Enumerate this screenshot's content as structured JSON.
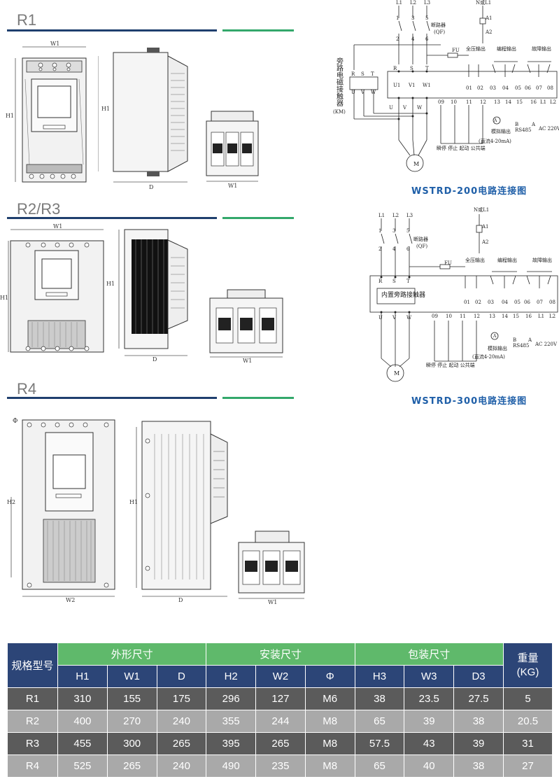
{
  "sections": {
    "r1": "R1",
    "r23": "R2/R3",
    "r4": "R4"
  },
  "dim_labels": {
    "w1": "W1",
    "h1": "H1",
    "d": "D",
    "w2": "W2",
    "h2": "H2",
    "phi": "Φ"
  },
  "diagram200": {
    "caption": "WSTRD-200电路连接图",
    "phases": [
      "L1",
      "L2",
      "L3"
    ],
    "neutral": "N或L1",
    "breaker": "断路器",
    "breaker_code": "(QF)",
    "fuse": "FU",
    "contacts_top": [
      "1",
      "3",
      "5"
    ],
    "contacts_bot": [
      "2",
      "4",
      "6"
    ],
    "bypass_label": "旁路电磁接触器",
    "km": "(KM)",
    "rst": [
      "R",
      "S",
      "T"
    ],
    "uvw": [
      "U",
      "V",
      "W"
    ],
    "u1v1w1": [
      "U1",
      "V1",
      "W1"
    ],
    "a1": "A1",
    "a2": "A2",
    "relay_groups": [
      "全压输出",
      "编程输出",
      "故障输出"
    ],
    "relay_terms": [
      "01",
      "02",
      "03",
      "04",
      "05",
      "06",
      "07",
      "08"
    ],
    "ctrl_terms": [
      "09",
      "10",
      "11",
      "12",
      "13",
      "14",
      "15",
      "16",
      "L1",
      "L2"
    ],
    "b": "B",
    "a": "A",
    "rs485": "RS485",
    "ac220": "AC 220V",
    "analog": "模拟输出",
    "dc": "(直流4-20mA)",
    "ctrl_labels": "瞬停 停止 起动 公共端",
    "motor": "M",
    "amp": "A"
  },
  "diagram300": {
    "caption": "WSTRD-300电路连接图",
    "phases": [
      "L1",
      "L2",
      "L3"
    ],
    "neutral": "N或L1",
    "breaker": "断路器",
    "breaker_code": "(QF)",
    "fuse": "FU",
    "contacts_top": [
      "1",
      "3",
      "5"
    ],
    "contacts_bot": [
      "2",
      "4",
      "6"
    ],
    "rst": [
      "R",
      "S",
      "T"
    ],
    "builtin": "内置旁路接触器",
    "uvw": [
      "U",
      "V",
      "W"
    ],
    "a1": "A1",
    "a2": "A2",
    "relay_groups": [
      "全压输出",
      "编程输出",
      "故障输出"
    ],
    "relay_terms": [
      "01",
      "02",
      "03",
      "04",
      "05",
      "06",
      "07",
      "08"
    ],
    "ctrl_terms": [
      "09",
      "10",
      "11",
      "12",
      "13",
      "14",
      "15",
      "16",
      "L1",
      "L2"
    ],
    "b": "B",
    "a": "A",
    "rs485": "RS485",
    "ac220": "AC 220V",
    "analog": "模拟输出",
    "dc": "(直流4-20mA)",
    "ctrl_labels": "瞬停 停止 起动 公共端",
    "motor": "M",
    "amp": "A"
  },
  "table": {
    "model_header": "规格型号",
    "groups": [
      "外形尺寸",
      "安装尺寸",
      "包装尺寸"
    ],
    "weight_header": "重量",
    "weight_unit": "(KG)",
    "sub_headers": [
      "H1",
      "W1",
      "D",
      "H2",
      "W2",
      "Φ",
      "H3",
      "W3",
      "D3"
    ],
    "rows": [
      [
        "R1",
        "310",
        "155",
        "175",
        "296",
        "127",
        "M6",
        "38",
        "23.5",
        "27.5",
        "5"
      ],
      [
        "R2",
        "400",
        "270",
        "240",
        "355",
        "244",
        "M8",
        "65",
        "39",
        "38",
        "20.5"
      ],
      [
        "R3",
        "455",
        "300",
        "265",
        "395",
        "265",
        "M8",
        "57.5",
        "43",
        "39",
        "31"
      ],
      [
        "R4",
        "525",
        "265",
        "240",
        "490",
        "235",
        "M8",
        "65",
        "40",
        "38",
        "27"
      ]
    ]
  }
}
